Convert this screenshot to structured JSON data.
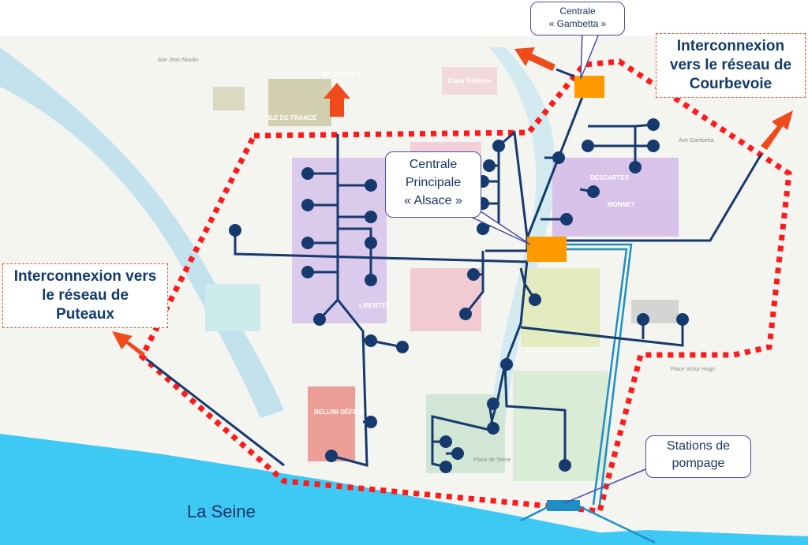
{
  "callouts": {
    "gambetta": {
      "line1": "Centrale",
      "line2": "« Gambetta »"
    },
    "alsace": {
      "line1": "Centrale",
      "line2": "Principale",
      "line3": "« Alsace »"
    },
    "pompage": {
      "line1": "Stations de",
      "line2": "pompage"
    }
  },
  "interconnections": {
    "courbevoie": {
      "line1": "Interconnexion",
      "line2": "vers le réseau de",
      "line3": "Courbevoie"
    },
    "puteaux": {
      "line1": "Interconnexion vers",
      "line2": "le réseau de",
      "line3": "Puteaux"
    }
  },
  "river": {
    "label": "La Seine"
  },
  "map_labels": {
    "atlantique": "ATLANTIQUE",
    "ile_de_france": "ILE DE FRANCE",
    "coeur_defense": "Cœur Défense",
    "descartes": "DESCARTES",
    "monnet": "MONNET",
    "libertel": "LIBERTEL",
    "bellini": "BELLINI DÉFENSE",
    "place_de_seine": "Place de Seine",
    "place_victor_hugo": "Place Victor Hugo",
    "ave_gambetta": "Ave Gambetta",
    "ave_jean_moulin": "Ave Jean Moulin"
  },
  "colors": {
    "network": "#163a6e",
    "perimeter": "#ff1a1a",
    "centrale": "#ff9900",
    "seine": "#3ec8f4",
    "pumping": "#1e8fc4",
    "arrow": "#f04a1a"
  }
}
